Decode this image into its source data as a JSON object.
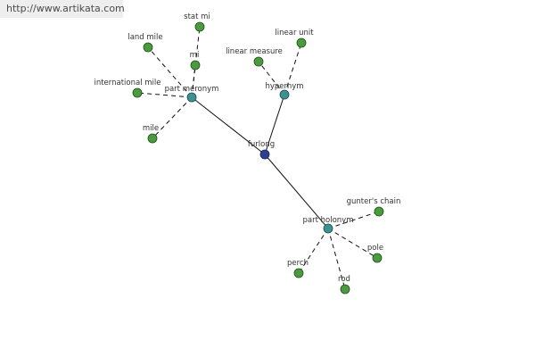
{
  "watermark": "http://www.artikata.com",
  "colors": {
    "center": "#2f3f8f",
    "relation": "#3d9191",
    "leaf": "#4a9a3e",
    "edge": "#111111"
  },
  "center": "furlong",
  "relations": [
    {
      "id": "rel-part-meronym",
      "label": "part meronym",
      "terms": [
        "stat mi",
        "land mile",
        "mi",
        "international mile",
        "mile"
      ]
    },
    {
      "id": "rel-hypernym",
      "label": "hypernym",
      "terms": [
        "linear unit",
        "linear measure"
      ]
    },
    {
      "id": "rel-part-holonym",
      "label": "part holonym",
      "terms": [
        "gunter's chain",
        "pole",
        "rod",
        "perch"
      ]
    }
  ]
}
